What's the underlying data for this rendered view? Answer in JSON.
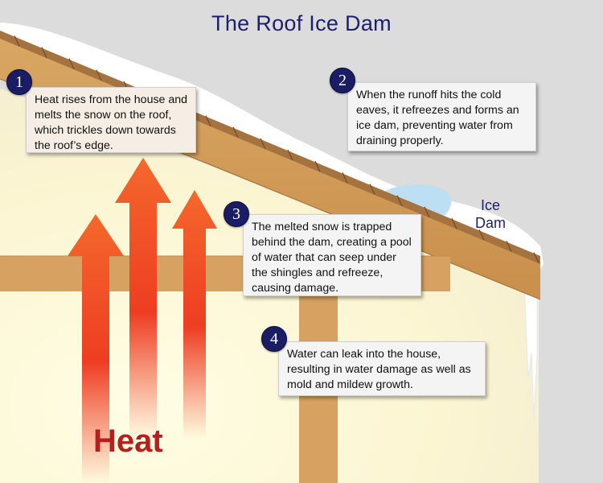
{
  "title": "The Roof Ice Dam",
  "callouts": [
    {
      "number": "1",
      "text": "Heat rises from the house and melts the snow on the roof, which trickles down towards the roof’s edge."
    },
    {
      "number": "2",
      "text": "When the runoff hits the cold eaves, it refreezes and forms an ice dam, preventing water from draining properly."
    },
    {
      "number": "3",
      "text": "The melted snow is trapped behind the dam, creating a pool of water that can seep under the shingles and refreeze, causing damage."
    },
    {
      "number": "4",
      "text": "Water can leak into the house, resulting in water damage as well as mold and mildew growth."
    }
  ],
  "labels": {
    "ice_dam": "Ice\nDam",
    "heat": "Heat"
  },
  "colors": {
    "wood": "#d19a55",
    "snow": "#ffffff",
    "ice": "#bcdff3",
    "heat_arrow": "#f05a2a",
    "title": "#1c1f6b",
    "badge": "#1a1d63"
  }
}
